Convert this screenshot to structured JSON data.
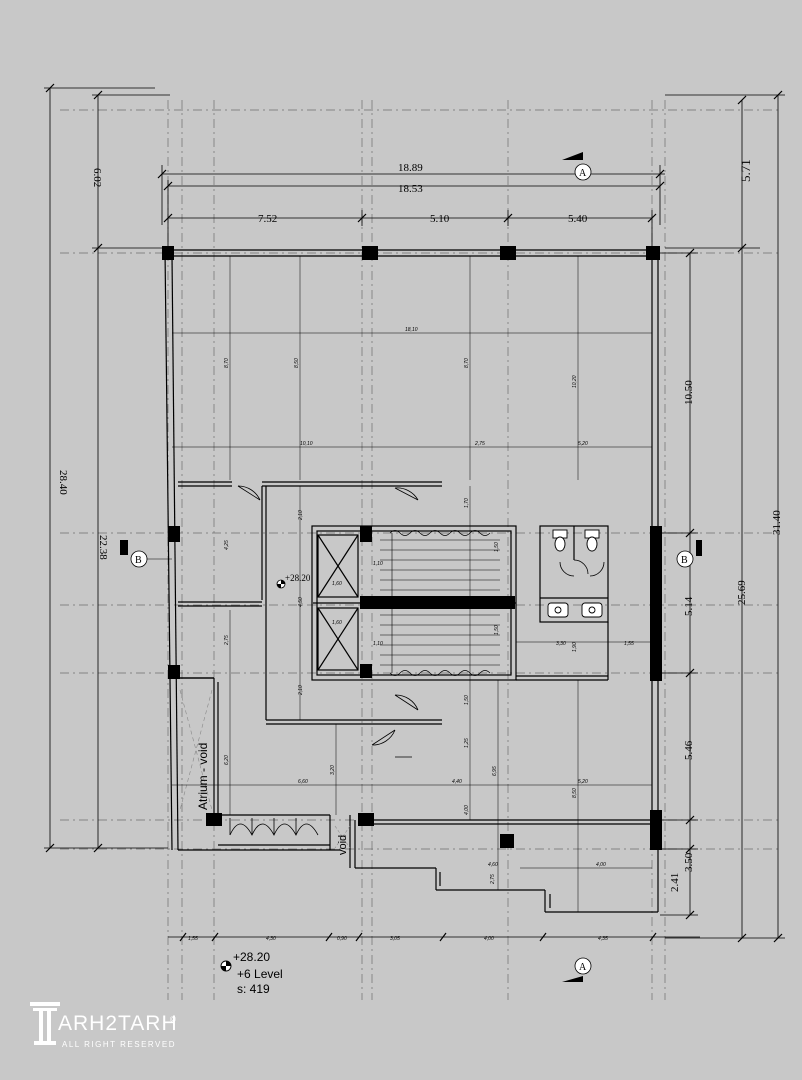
{
  "dimensions": {
    "top_overall": "18.89",
    "top_inner": "18.53",
    "top_bay_1": "7.52",
    "top_bay_2": "5.10",
    "top_bay_3": "5.40",
    "left_total": "28.40",
    "left_top": "6.02",
    "left_main": "22.38",
    "right_total": "31.40",
    "right_top": "5.71",
    "right_main": "25.69",
    "right_upper": "10.50",
    "right_core": "5.14",
    "right_lower": "5.46",
    "right_b1": "2.41",
    "right_b2": "3.50"
  },
  "inner_dimensions": {
    "span_top": "18,10",
    "row_1": "10,10",
    "row_2": "2,75",
    "row_3": "5,20",
    "v1": "8,70",
    "v2": "8,50",
    "v3": "8,70",
    "v4": "10,20",
    "core_w": "3,30",
    "core_h": "1,90",
    "core_side": "1,55",
    "lower_1": "6,60",
    "lower_2": "4,40",
    "lower_3": "5,20",
    "lv1": "6,20",
    "lv2": "3,20",
    "lv3": "6,95",
    "lv4": "8,50",
    "lv5": "4,00",
    "stair_1": "1,10",
    "stair_2": "1,60",
    "stair_3": "1,50",
    "stair_4": "1,70",
    "stair_5": "2,10",
    "stair_6": "4,50",
    "stair_7": "2,75",
    "stair_8": "4,25",
    "stair_9": "1,25",
    "bottom_1": "4,00",
    "bottom_2": "4,60",
    "bottom_3": "2,75"
  },
  "bottom_dims": [
    "1,55",
    "4,30",
    "0,90",
    "3,05",
    "4,00",
    "4,35"
  ],
  "section_marks": {
    "A_top": "A",
    "A_bottom": "A",
    "B_left": "B",
    "B_right": "B"
  },
  "labels": {
    "atrium": "Atrium - void",
    "void": "void",
    "core_level": "+28.20",
    "level_value": "+28.20",
    "level_name": "+6 Level",
    "area": "s: 419"
  },
  "brand": {
    "name": "ARH2TARH",
    "rights": "ALL RIGHT RESERVED",
    "mark": "©"
  },
  "colors": {
    "background": "#c8c8c8",
    "line": "#000000",
    "axis": "#6e6e6e",
    "logo": "#ffffff"
  }
}
